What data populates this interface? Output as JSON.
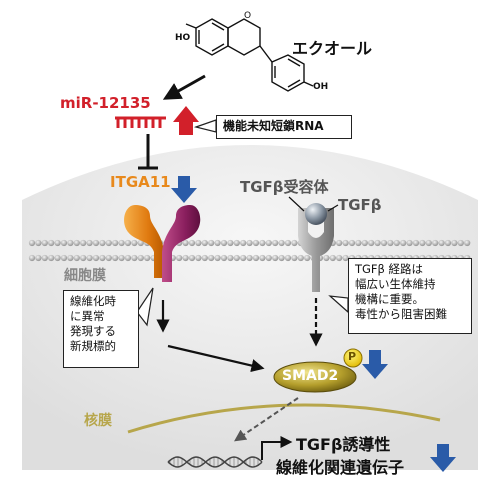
{
  "compound": {
    "name": "エクオール",
    "oh_top": "HO",
    "oh_bottom": "OH"
  },
  "mirna": {
    "name": "miR-12135"
  },
  "callout_rna": {
    "text": "機能未知短鎖RNA"
  },
  "itga": {
    "name": "ITGA11"
  },
  "tgf": {
    "receptor": "TGFβ受容体",
    "ligand": "TGFβ"
  },
  "membrane": {
    "label": "細胞膜"
  },
  "nuclear": {
    "label": "核膜"
  },
  "callout_fibro": {
    "lines": [
      "線維化時",
      "に異常",
      "発現する",
      "新規標的"
    ]
  },
  "callout_tgf": {
    "lines": [
      "TGFβ 経路は",
      "幅広い生体維持",
      "機構に重要。",
      "毒性から阻害困難"
    ]
  },
  "smad": {
    "name": "SMAD2",
    "phospho": "P"
  },
  "genes": {
    "line1": "TGFβ誘導性",
    "line2": "線維化関連遺伝子"
  },
  "colors": {
    "red": "#d2202a",
    "orange": "#e8891c",
    "blue": "#2a5ba8",
    "olive": "#b7a64b",
    "magenta": "#8a1f5e",
    "cell": "#ececec"
  }
}
